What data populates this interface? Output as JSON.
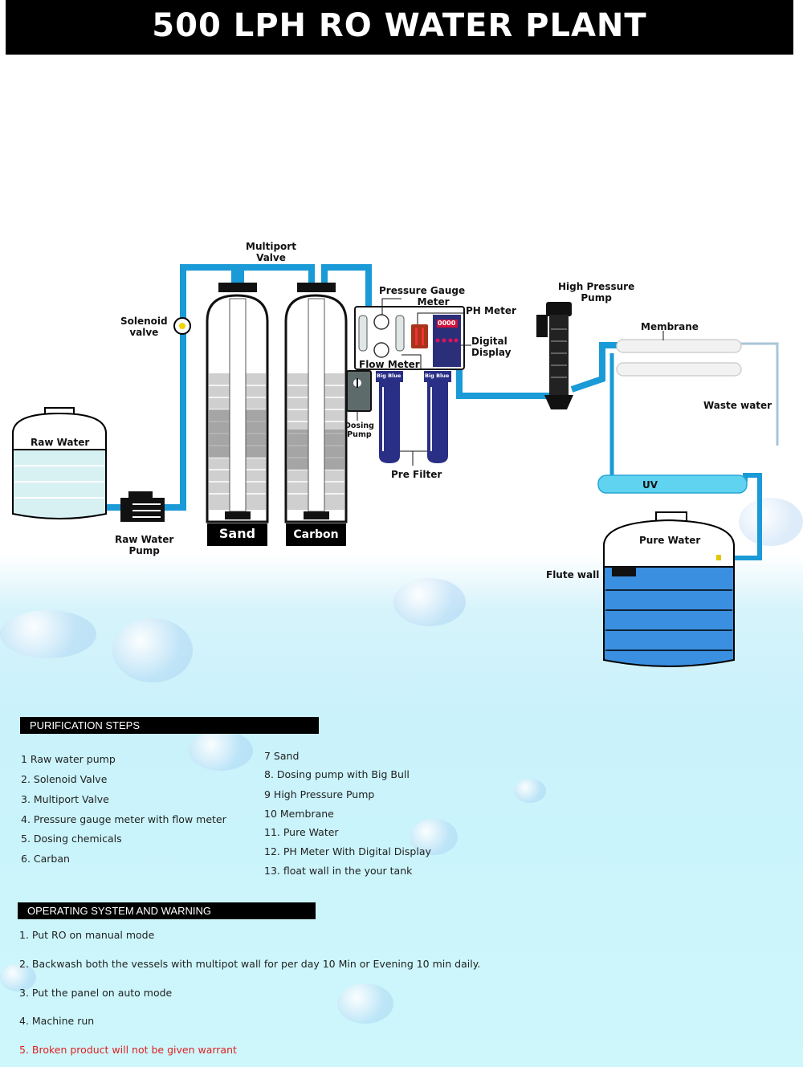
{
  "title": "500 LPH RO WATER PLANT",
  "diagram": {
    "labels": {
      "multiport_valve": [
        "Multiport",
        "Valve"
      ],
      "solenoid_valve": [
        "Solenoid",
        "valve"
      ],
      "raw_water": "Raw Water",
      "raw_water_pump": [
        "Raw Water",
        "Pump"
      ],
      "sand": "Sand",
      "carbon": "Carbon",
      "pressure_gauge_meter": [
        "Pressure Gauge",
        "Meter"
      ],
      "ph_meter": "PH Meter",
      "digital_display": [
        "Digital",
        "Display"
      ],
      "digital_readout": "0000",
      "flow_meter": "Flow Meter",
      "dosing_pump": [
        "Dosing",
        "Pump"
      ],
      "big_blue_1": "Big Blue",
      "big_blue_2": "Big Blue",
      "pre_filter": "Pre Filter",
      "high_pressure_pump": [
        "High Pressure",
        "Pump"
      ],
      "membrane": "Membrane",
      "waste_water": "Waste water",
      "uv": "UV",
      "pure_water": "Pure Water",
      "flute_wall": "Flute wall"
    },
    "colors": {
      "pipe": "#1a9ad6",
      "filter": "#2a2f86",
      "display": "#2b2f7a",
      "uv": "#5fd3f0",
      "pure_tank": "#3b8fe0",
      "raw_tank": "#d7f1f3"
    }
  },
  "purification_steps": {
    "heading": "PURIFICATION STEPS",
    "left": [
      "1  Raw water pump",
      "2. Solenoid Valve",
      "3. Multiport Valve",
      "4. Pressure gauge meter with flow meter",
      "5. Dosing chemicals",
      "6.  Carban"
    ],
    "right": [
      "7 Sand",
      "8. Dosing pump with Big Bull",
      "9  High Pressure Pump",
      "10 Membrane",
      "11. Pure Water",
      "12. PH Meter With Digital Display",
      "13. float wall in the your tank"
    ]
  },
  "operating": {
    "heading": "OPERATING SYSTEM AND WARNING",
    "items": [
      "1. Put RO on manual mode",
      "2. Backwash both the vessels with multipot wall for per day 10 Min or  Evening 10 min daily.",
      "3. Put the panel on auto mode",
      "4. Machine run"
    ],
    "warning": "5. Broken product will not be given warrant",
    "warning_color": "#e02020"
  }
}
